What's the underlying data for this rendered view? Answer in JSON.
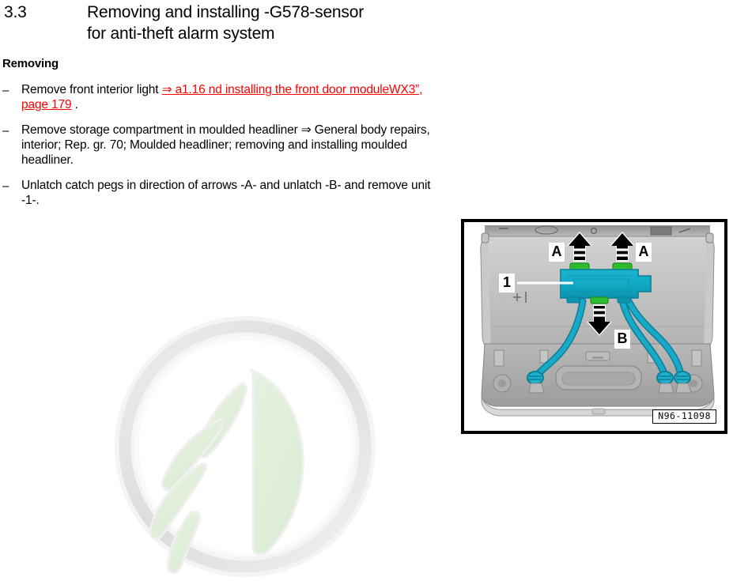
{
  "heading": {
    "number": "3.3",
    "title_line1": "Removing and installing -G578-sensor",
    "title_line2": "for anti-theft alarm system"
  },
  "section": {
    "label": "Removing"
  },
  "bullets": [
    {
      "dash": "–",
      "pre": "Remove front interior light ",
      "link": "⇒ a1.16 nd installing the front door moduleWX3”, page 179",
      "post": " ."
    },
    {
      "dash": "–",
      "text": "Remove storage compartment in moulded headliner ⇒ General body repairs, interior; Rep. gr. 70; Moulded headliner; removing and installing moulded headliner."
    },
    {
      "dash": "–",
      "text": "Unlatch catch pegs in direction of arrows -A- and unlatch -B- and remove unit -1-."
    }
  ],
  "figure": {
    "id": "N96-11098",
    "callout_1": "1",
    "label_a_left": "A",
    "label_a_right": "A",
    "label_b": "B",
    "colors": {
      "sensor": "#11a8c4",
      "sensor_dark": "#0d8ba3",
      "clip_green": "#2fbd2f",
      "cable": "#19a9c8",
      "headliner_light": "#d8d8d8",
      "headliner_mid": "#bdbdbd",
      "headliner_dark": "#9a9a9a",
      "arrow": "#000000",
      "frame": "#000000"
    }
  },
  "watermark": {
    "name": "skoda-logo-watermark",
    "ring_color": "#e0e0e0",
    "wing_color": "#e2f0dd"
  }
}
